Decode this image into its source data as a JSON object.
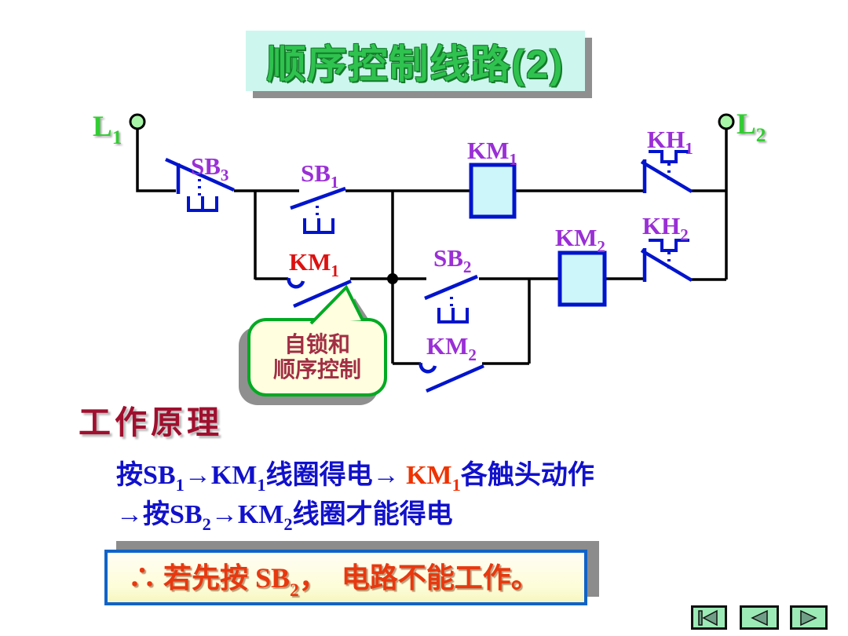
{
  "title": "顺序控制线路(2)",
  "circuit": {
    "terminals": {
      "l1": {
        "base": "L",
        "sub": "1"
      },
      "l2": {
        "base": "L",
        "sub": "2"
      }
    },
    "labels": {
      "sb3": {
        "base": "SB",
        "sub": "3"
      },
      "sb1": {
        "base": "SB",
        "sub": "1"
      },
      "sb2": {
        "base": "SB",
        "sub": "2"
      },
      "km1_coil": {
        "base": "KM",
        "sub": "1"
      },
      "km2_coil": {
        "base": "KM",
        "sub": "2"
      },
      "km1_contact": {
        "base": "KM",
        "sub": "1"
      },
      "km2_contact": {
        "base": "KM",
        "sub": "2"
      },
      "kh1": {
        "base": "KH",
        "sub": "1"
      },
      "kh2": {
        "base": "KH",
        "sub": "2"
      }
    },
    "callout": {
      "line1": "自锁和",
      "line2": "顺序控制"
    }
  },
  "principle": {
    "heading": "工作原理",
    "line1": {
      "s1": "按SB",
      "s1sub": "1",
      "s2": "→KM",
      "s2sub": "1",
      "s3": "线圈得电→ ",
      "s4": "KM",
      "s4sub": "1",
      "s5": "各触头动作"
    },
    "line2": {
      "s1": "→按SB",
      "s1sub": "2",
      "s2": "→KM",
      "s2sub": "2",
      "s3": "线圈才能得电"
    }
  },
  "conclusion": {
    "s1": "∴ 若先按 SB",
    "s1sub": "2",
    "s2": "，  电路不能工作。"
  },
  "nav": {
    "first_icon": "first-slide-icon",
    "prev_icon": "previous-slide-icon",
    "next_icon": "next-slide-icon"
  },
  "colors": {
    "title_green": "#2fc24f",
    "title_bg": "#ccf6ee",
    "symbol_blue": "#0014cc",
    "coil_fill": "#cdf6fb",
    "label_purple": "#9a2fd6",
    "label_red": "#dd1111",
    "terminal_green": "#33cc33",
    "wire_black": "#000000",
    "text_blue": "#1111cc",
    "text_red": "#ee3300",
    "heading_red": "#a00f2e",
    "callout_bg": "#ffffe0",
    "callout_border": "#00aa22",
    "callout_text": "#a12f44",
    "conclusion_border": "#1063c8",
    "conclusion_text": "#e8380f",
    "nav_bg": "#9ceab6"
  }
}
